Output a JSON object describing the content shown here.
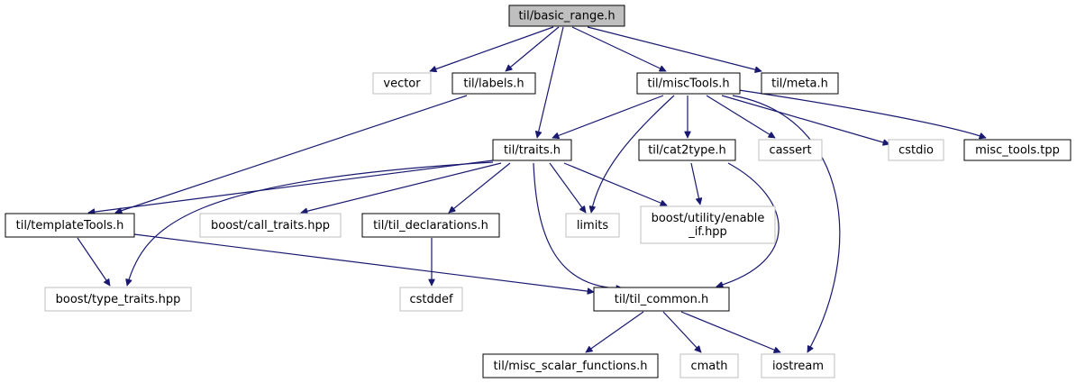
{
  "colors": {
    "root_fill": "#bfbfbf",
    "internal_stroke": "#000000",
    "system_stroke": "#bfbfbf",
    "edge": "#191970",
    "text": "#000000"
  },
  "nodes": {
    "basic_range": {
      "lines": [
        "til/basic_range.h"
      ],
      "kind": "root"
    },
    "vector": {
      "lines": [
        "vector"
      ],
      "kind": "system"
    },
    "labels": {
      "lines": [
        "til/labels.h"
      ],
      "kind": "internal"
    },
    "miscTools": {
      "lines": [
        "til/miscTools.h"
      ],
      "kind": "internal"
    },
    "meta": {
      "lines": [
        "til/meta.h"
      ],
      "kind": "internal"
    },
    "traits": {
      "lines": [
        "til/traits.h"
      ],
      "kind": "internal"
    },
    "cat2type": {
      "lines": [
        "til/cat2type.h"
      ],
      "kind": "internal"
    },
    "cassert": {
      "lines": [
        "cassert"
      ],
      "kind": "system"
    },
    "cstdio": {
      "lines": [
        "cstdio"
      ],
      "kind": "system"
    },
    "misc_tools_tpp": {
      "lines": [
        "misc_tools.tpp"
      ],
      "kind": "internal"
    },
    "templateTools": {
      "lines": [
        "til/templateTools.h"
      ],
      "kind": "internal"
    },
    "call_traits": {
      "lines": [
        "boost/call_traits.hpp"
      ],
      "kind": "system"
    },
    "til_declarations": {
      "lines": [
        "til/til_declarations.h"
      ],
      "kind": "internal"
    },
    "limits": {
      "lines": [
        "limits"
      ],
      "kind": "system"
    },
    "enable_if": {
      "lines": [
        "boost/utility/enable",
        "_if.hpp"
      ],
      "kind": "system"
    },
    "type_traits": {
      "lines": [
        "boost/type_traits.hpp"
      ],
      "kind": "system"
    },
    "cstddef": {
      "lines": [
        "cstddef"
      ],
      "kind": "system"
    },
    "til_common": {
      "lines": [
        "til/til_common.h"
      ],
      "kind": "internal"
    },
    "misc_scalar_functions": {
      "lines": [
        "til/misc_scalar_functions.h"
      ],
      "kind": "internal"
    },
    "cmath": {
      "lines": [
        "cmath"
      ],
      "kind": "system"
    },
    "iostream": {
      "lines": [
        "iostream"
      ],
      "kind": "system"
    }
  },
  "edges": [
    [
      "basic_range",
      "vector"
    ],
    [
      "basic_range",
      "labels"
    ],
    [
      "basic_range",
      "traits"
    ],
    [
      "basic_range",
      "miscTools"
    ],
    [
      "basic_range",
      "meta"
    ],
    [
      "labels",
      "templateTools"
    ],
    [
      "miscTools",
      "traits"
    ],
    [
      "miscTools",
      "limits"
    ],
    [
      "miscTools",
      "cat2type"
    ],
    [
      "miscTools",
      "cassert"
    ],
    [
      "miscTools",
      "cstdio"
    ],
    [
      "miscTools",
      "misc_tools_tpp"
    ],
    [
      "miscTools",
      "iostream"
    ],
    [
      "traits",
      "templateTools"
    ],
    [
      "traits",
      "type_traits"
    ],
    [
      "traits",
      "call_traits"
    ],
    [
      "traits",
      "til_declarations"
    ],
    [
      "traits",
      "limits"
    ],
    [
      "traits",
      "enable_if"
    ],
    [
      "traits",
      "til_common"
    ],
    [
      "cat2type",
      "enable_if"
    ],
    [
      "cat2type",
      "til_common"
    ],
    [
      "templateTools",
      "type_traits"
    ],
    [
      "templateTools",
      "til_common"
    ],
    [
      "til_declarations",
      "cstddef"
    ],
    [
      "til_common",
      "misc_scalar_functions"
    ],
    [
      "til_common",
      "cmath"
    ],
    [
      "til_common",
      "iostream"
    ]
  ]
}
